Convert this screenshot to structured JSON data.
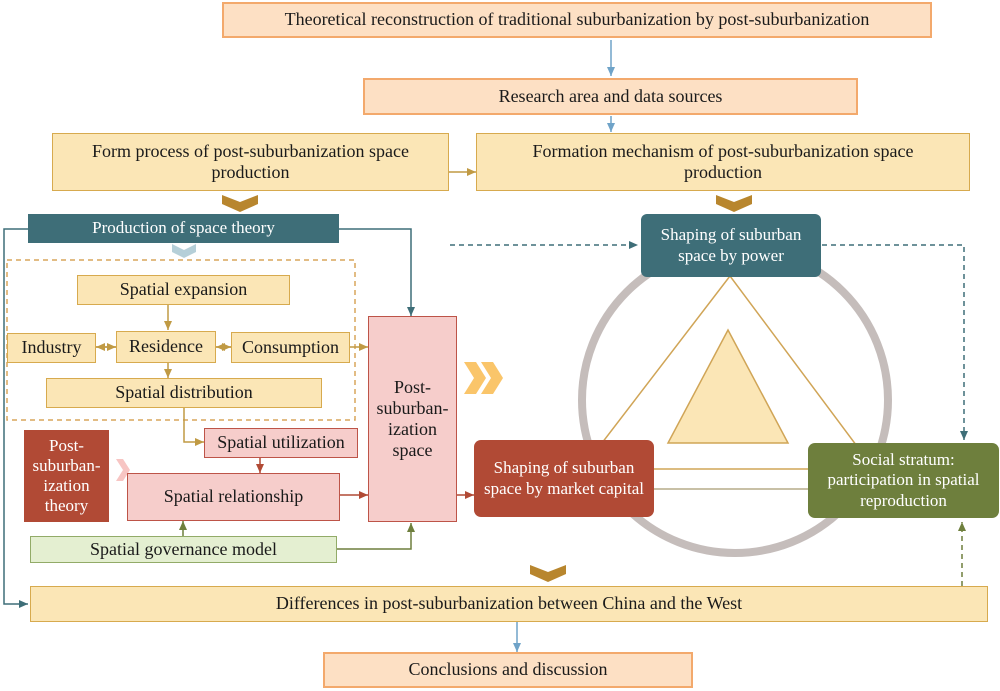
{
  "diagram": {
    "title": "Theoretical reconstruction of traditional suburbanization by post-suburbanization",
    "research_area": "Research area and data sources",
    "form_process": "Form process of post-suburbanization space production",
    "formation_mechanism": "Formation mechanism of post-suburbanization space production",
    "production_theory": "Production of space theory",
    "spatial_expansion": "Spatial expansion",
    "industry": "Industry",
    "residence": "Residence",
    "consumption": "Consumption",
    "spatial_distribution": "Spatial distribution",
    "spatial_utilization": "Spatial utilization",
    "spatial_relationship": "Spatial relationship",
    "post_theory": "Post-suburban-ization theory",
    "governance_model": "Spatial governance model",
    "post_space": "Post-suburban-ization space",
    "power": "Shaping of suburban space by power",
    "market_capital": "Shaping of suburban space by market capital",
    "social_stratum": "Social stratum: participation in spatial reproduction",
    "differences": "Differences in post-suburbanization between China and the West",
    "conclusions": "Conclusions and discussion"
  },
  "colors": {
    "peach_fill": "#fde0c4",
    "peach_border": "#f3a96c",
    "tan_fill": "#fbe6b6",
    "tan_border": "#d7aa4e",
    "teal": "#3e6e78",
    "rust": "#b14a35",
    "pink_fill": "#f6cdcb",
    "olive": "#6e7f3d",
    "green_fill": "#e4efd1",
    "blue_arrow": "#6fa3c8",
    "gold_chevron": "#b8862e",
    "circle": "#c5bdbb"
  }
}
